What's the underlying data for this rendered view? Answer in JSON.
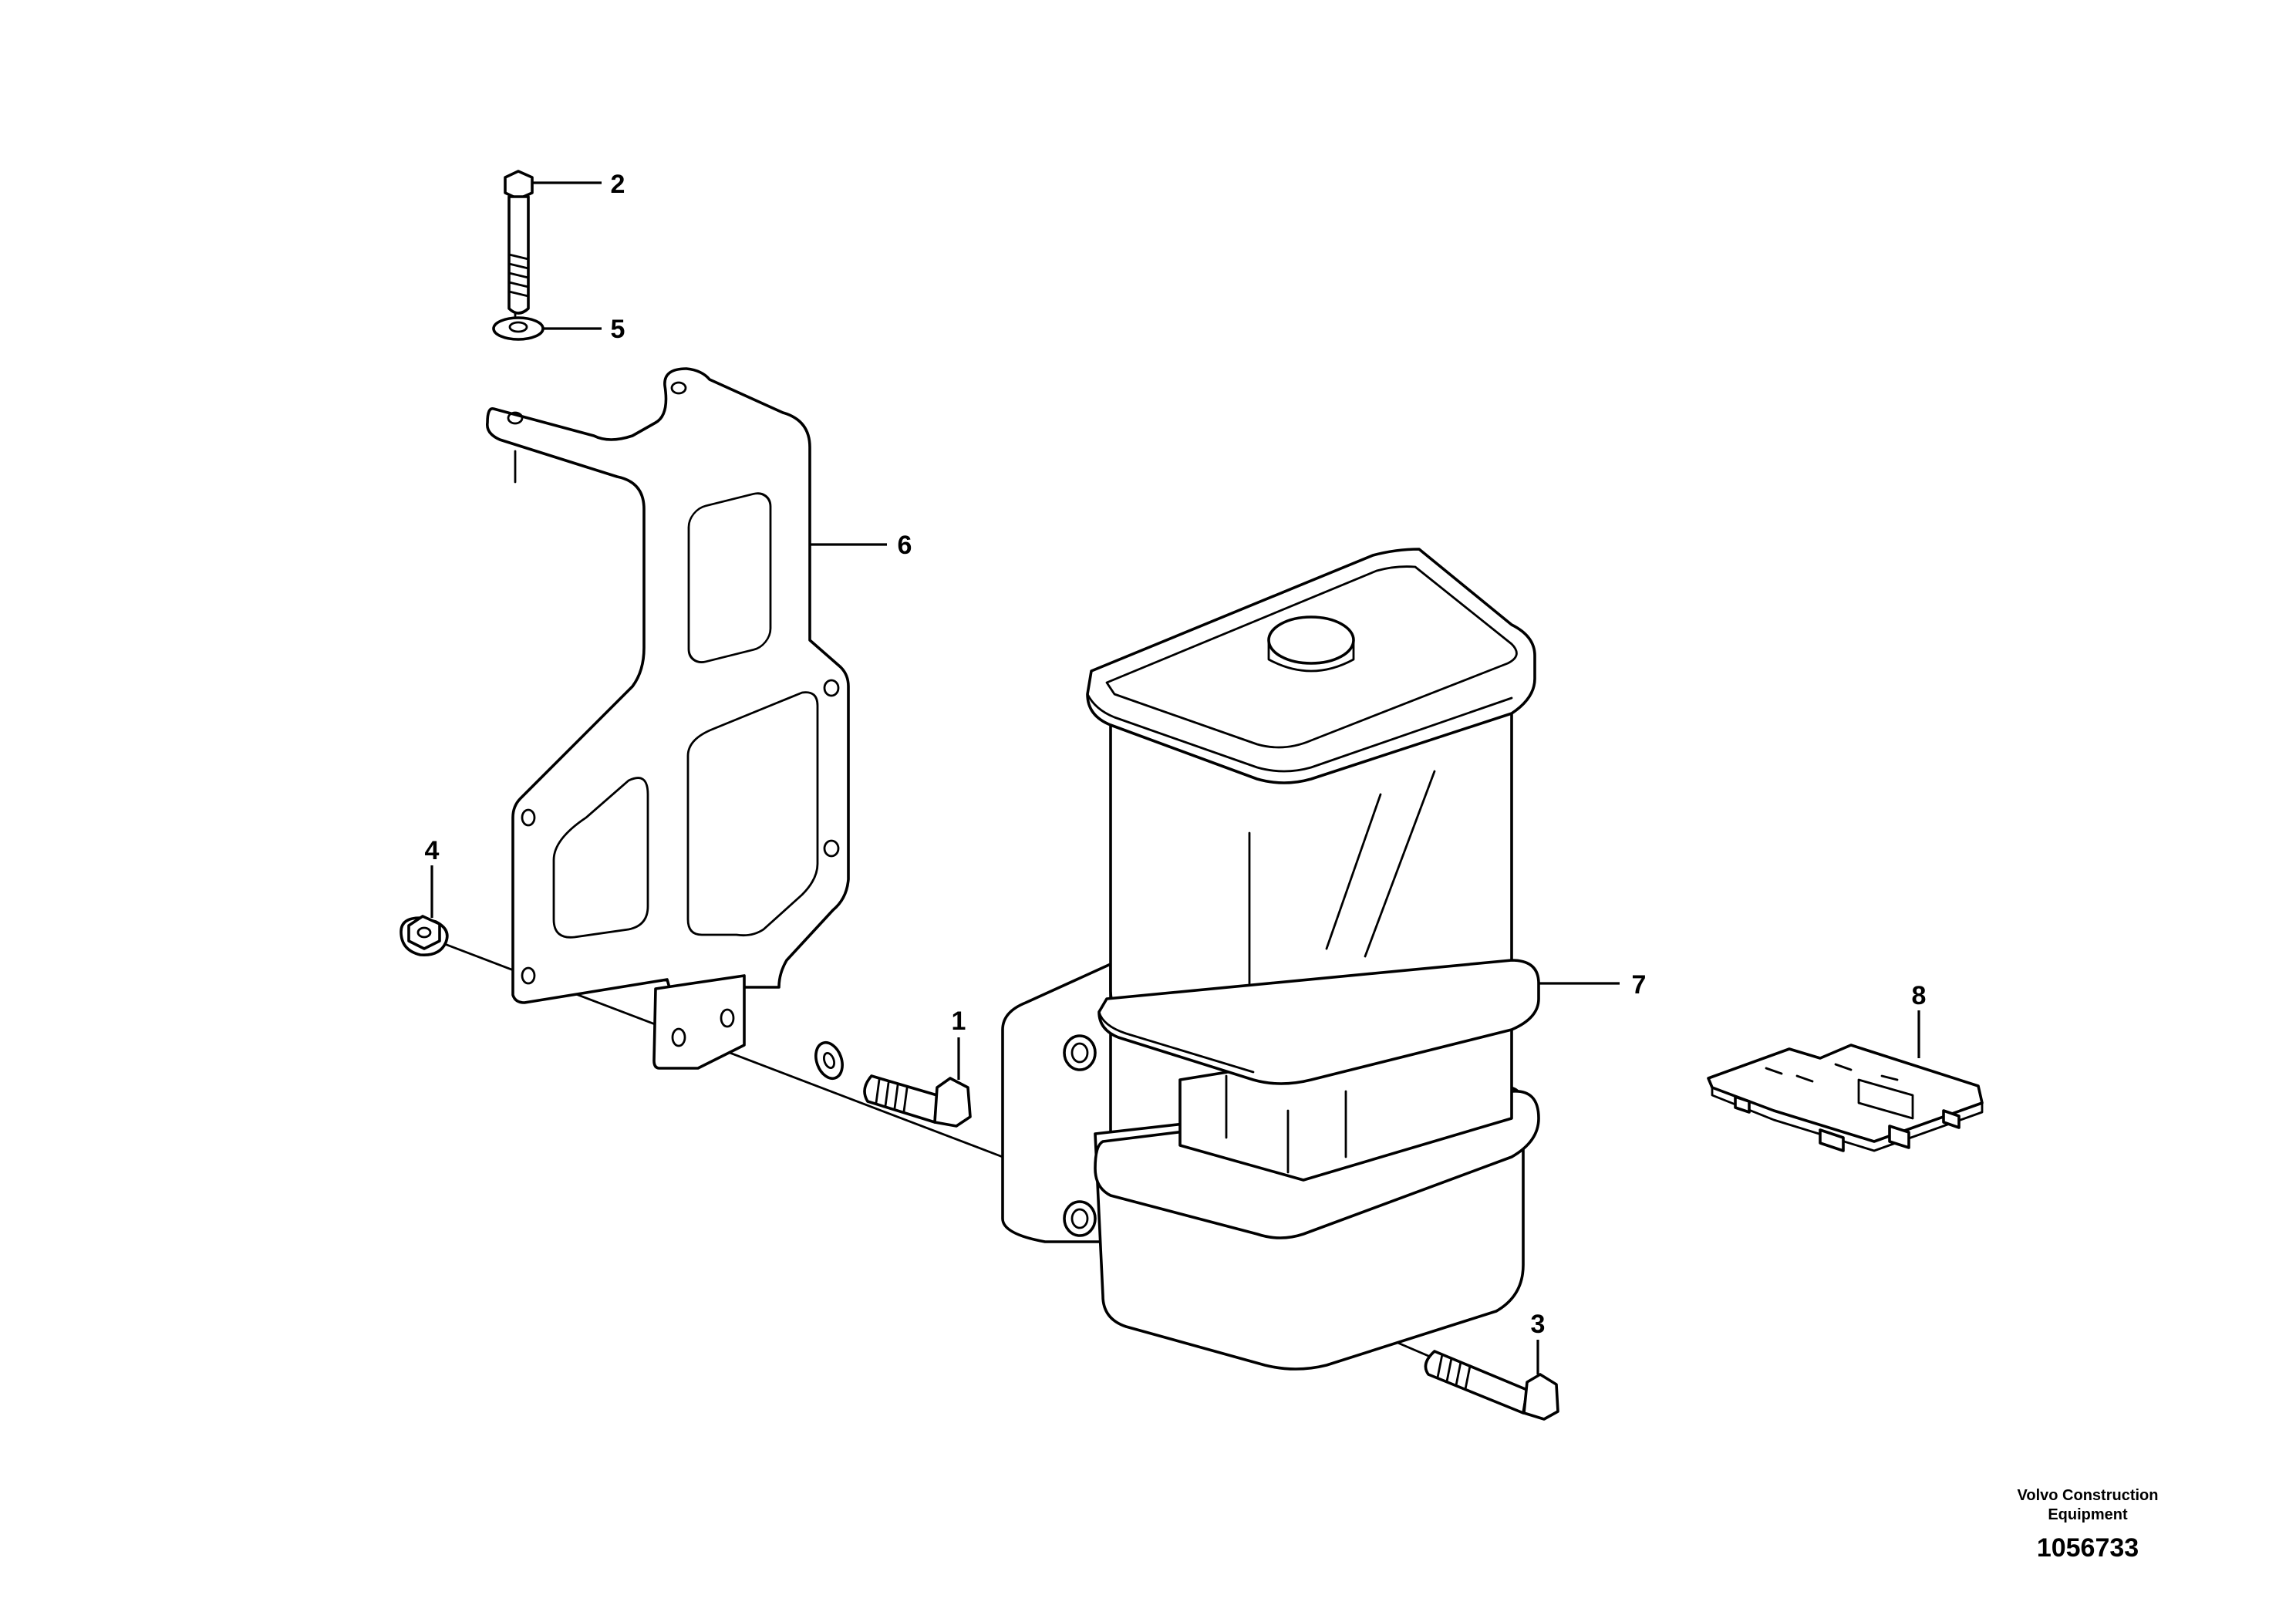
{
  "callouts": [
    {
      "label": "1"
    },
    {
      "label": "2"
    },
    {
      "label": "3"
    },
    {
      "label": "4"
    },
    {
      "label": "5"
    },
    {
      "label": "6"
    },
    {
      "label": "7"
    },
    {
      "label": "8"
    }
  ],
  "footer": {
    "brand_line1": "Volvo Construction",
    "brand_line2": "Equipment",
    "drawing_number": "1056733"
  }
}
